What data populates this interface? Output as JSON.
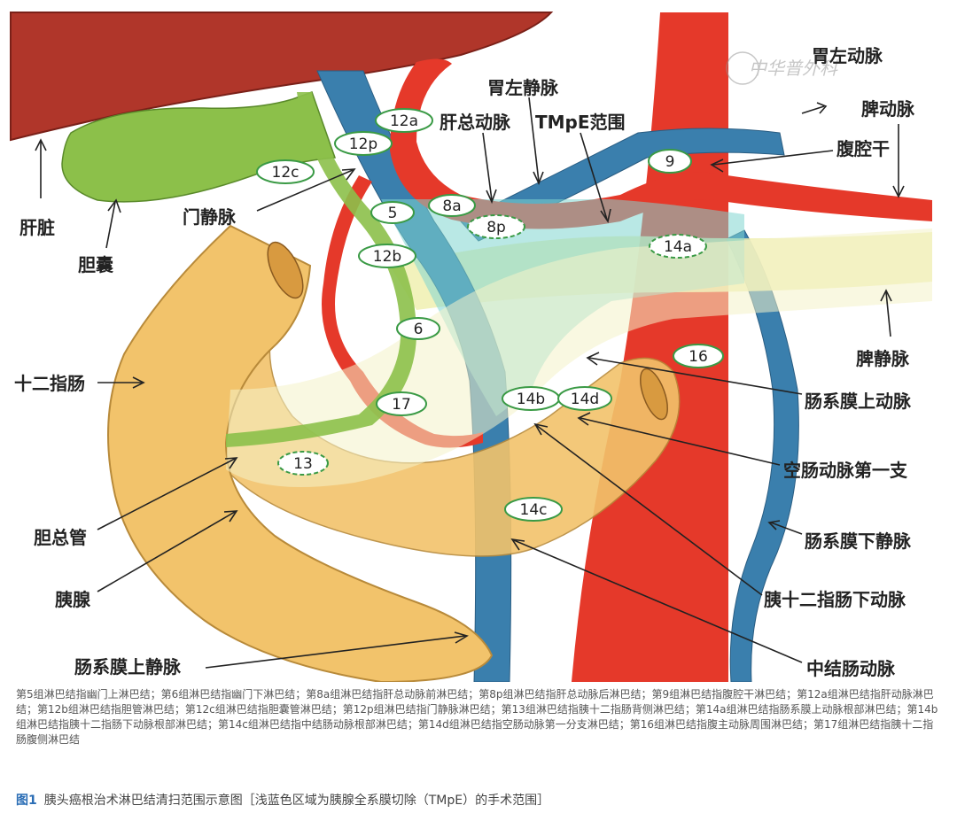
{
  "labels": {
    "liver": "肝脏",
    "gallbladder": "胆囊",
    "portal_vein": "门静脉",
    "duodenum": "十二指肠",
    "cbd": "胆总管",
    "pancreas": "胰腺",
    "smv": "肠系膜上静脉",
    "lgv": "胃左静脉",
    "cha": "肝总动脉",
    "tmpe": "TMpE范围",
    "lga": "胃左动脉",
    "splenic_a": "脾动脉",
    "celiac": "腹腔干",
    "splenic_v": "脾静脉",
    "sma": "肠系膜上动脉",
    "jejunal": "空肠动脉第一支",
    "imv": "肠系膜下静脉",
    "ipda": "胰十二指肠下动脉",
    "mca": "中结肠动脉"
  },
  "nodes": {
    "n12a": "12a",
    "n12p": "12p",
    "n12c": "12c",
    "n5": "5",
    "n8a": "8a",
    "n8p": "8p",
    "n9": "9",
    "n12b": "12b",
    "n14a": "14a",
    "n6": "6",
    "n16": "16",
    "n17": "17",
    "n14b": "14b",
    "n14d": "14d",
    "n13": "13",
    "n14c": "14c"
  },
  "watermark": "中华普外科",
  "caption": "第5组淋巴结指幽门上淋巴结；第6组淋巴结指幽门下淋巴结；第8a组淋巴结指肝总动脉前淋巴结；第8p组淋巴结指肝总动脉后淋巴结；第9组淋巴结指腹腔干淋巴结；第12a组淋巴结指肝动脉淋巴结；第12b组淋巴结指胆管淋巴结；第12c组淋巴结指胆囊管淋巴结；第12p组淋巴结指门静脉淋巴结；第13组淋巴结指胰十二指肠背侧淋巴结；第14a组淋巴结指肠系膜上动脉根部淋巴结；第14b组淋巴结指胰十二指肠下动脉根部淋巴结；第14c组淋巴结指中结肠动脉根部淋巴结；第14d组淋巴结指空肠动脉第一分支淋巴结；第16组淋巴结指腹主动脉周围淋巴结；第17组淋巴结指胰十二指肠腹侧淋巴结",
  "figure_number": "图1",
  "figure_title": "胰头癌根治术淋巴结清扫范围示意图［浅蓝色区域为胰腺全系膜切除（TMpE）的手术范围］",
  "colors": {
    "liver": "#b0362a",
    "artery": "#e5392a",
    "vein": "#3a7fad",
    "pancreas": "#f2c36b",
    "gallbladder": "#8cc04a",
    "tmpe": "#7fd6cf"
  }
}
